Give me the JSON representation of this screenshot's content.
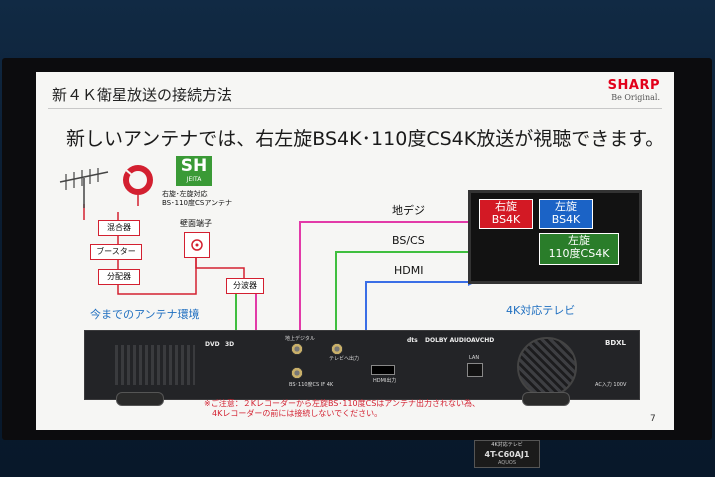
{
  "slide": {
    "title": "新４Ｋ衛星放送の接続方法",
    "brand": "SHARP",
    "tagline": "Be Original.",
    "headline": "新しいアンテナでは、右左旋BS4K･110度CS4K放送が視聴できます。",
    "page_number": "7"
  },
  "antenna": {
    "sh_badge": "SH",
    "sh_sub": "JEITA",
    "dish_caption_1": "右旋･左旋対応",
    "dish_caption_2": "BS･110度CSアンテナ",
    "mixer": "混合器",
    "booster": "ブースター",
    "distributor": "分配器",
    "wall_terminal": "壁面端子",
    "splitter": "分波器",
    "environment_caption": "今までのアンテナ環境"
  },
  "lines": {
    "terrestrial": "地デジ",
    "bscs": "BS/CS",
    "hdmi": "HDMI"
  },
  "tv": {
    "tile_right_1": "右旋",
    "tile_right_2": "BS4K",
    "tile_left_1": "左旋",
    "tile_left_2": "BS4K",
    "tile_left110_1": "左旋",
    "tile_left110_2": "110度CS4K",
    "caption": "4K対応テレビ"
  },
  "recorder": {
    "port_terrestrial_in": "地上デジタル",
    "port_bs_in": "BS･110度CS IF 4K",
    "port_tv_out": "テレビへ出力",
    "port_hdmi": "HDMI出力",
    "port_lan": "LAN",
    "logo_dts": "dts",
    "logo_dolby": "DOLBY AUDIO",
    "logo_avchd": "AVCHD",
    "logo_dvd": "DVD",
    "logo_3d": "3D",
    "logo_bdxl": "BDXL",
    "power_label": "AC入力 100V"
  },
  "caution": {
    "line1": "※ご注意：２Kレコーダーから左旋BS･110度CSはアンテナ出力されない為、",
    "line2": "4Kレコーダーの前には接続しないでください。"
  },
  "stand": {
    "top": "4K対応テレビ",
    "model": "4T-C60AJ1",
    "sub": "AQUOS"
  },
  "colors": {
    "terrestrial_line": "#e23aa8",
    "bscs_line": "#3fbf3f",
    "hdmi_line": "#3a6ee6",
    "antenna_line": "#d32030",
    "accent_blue": "#1f6fc0"
  }
}
